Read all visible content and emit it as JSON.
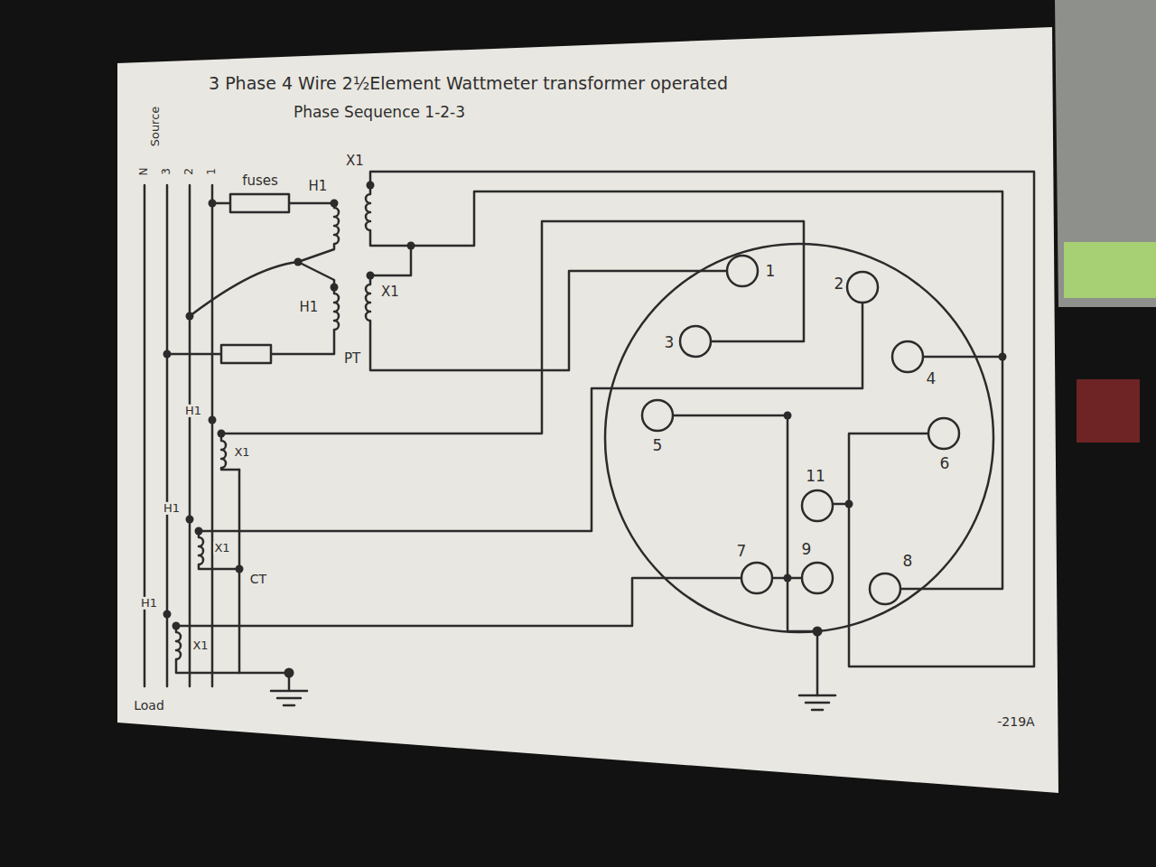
{
  "diagram": {
    "title": "3 Phase 4 Wire 2½Element Wattmeter transformer operated",
    "labels": [
      "Phase Sequence 1-2-3",
      "Source",
      "N",
      "3",
      "2",
      "1",
      "fuses",
      "H1",
      "X1",
      "H1",
      "X1",
      "PT",
      "H1",
      "X1",
      "H1",
      "X1",
      "CT",
      "H1",
      "X1",
      "Load",
      "1",
      "2",
      "3",
      "4",
      "5",
      "6",
      "11",
      "7",
      "9",
      "8",
      "-219A"
    ]
  }
}
